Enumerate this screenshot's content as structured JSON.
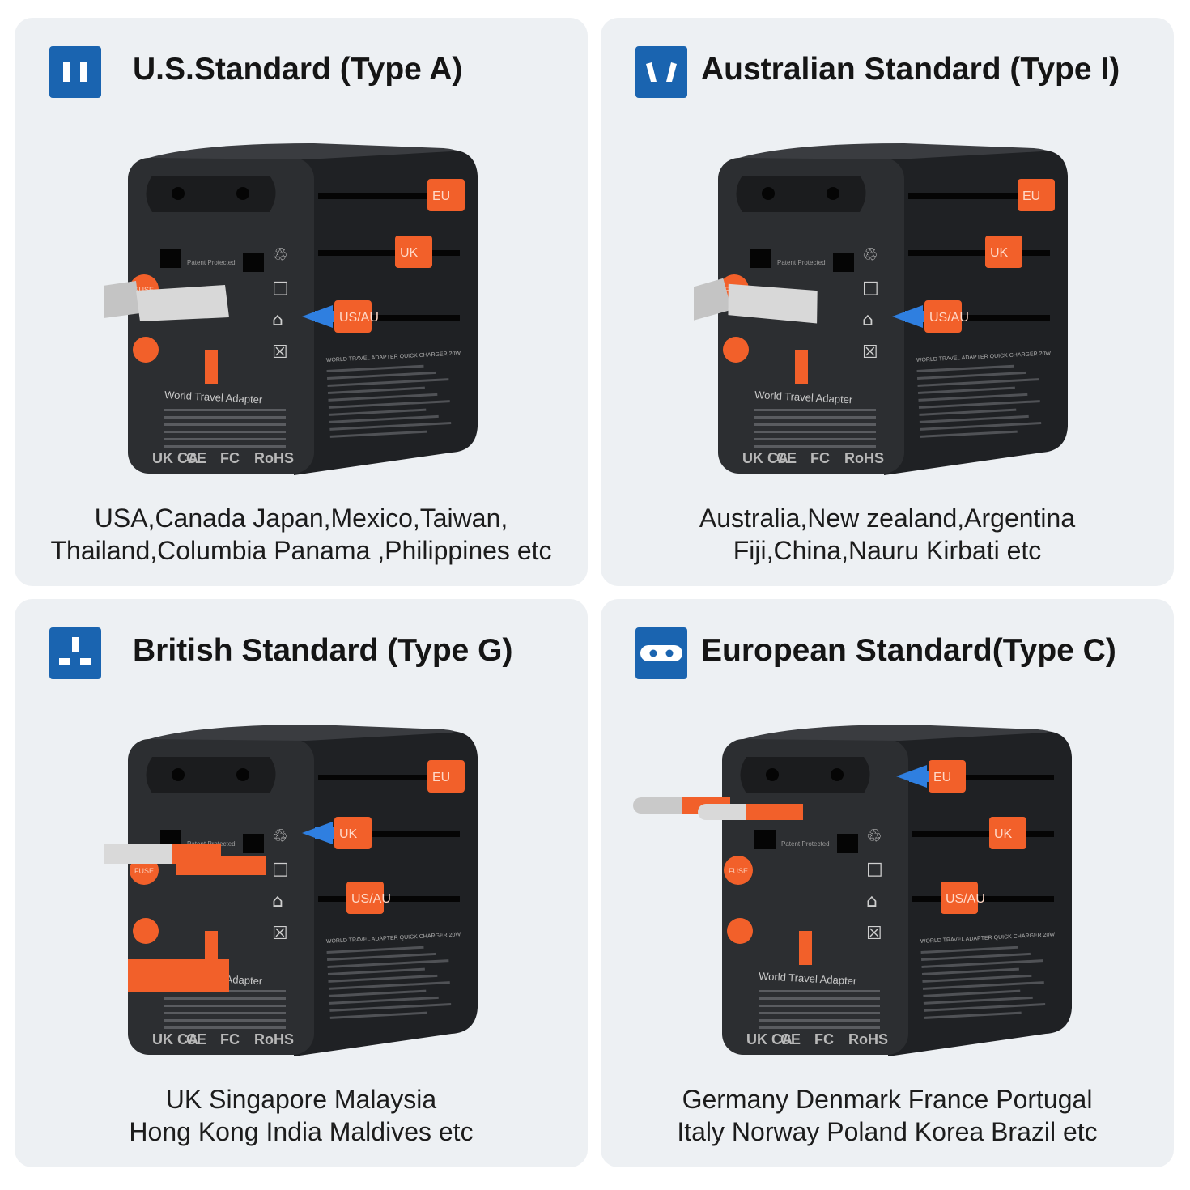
{
  "panels": [
    {
      "title": "U.S.Standard (Type A)",
      "icon": "type-a-plug-icon",
      "caption": [
        "USA,Canada Japan,Mexico,Taiwan,",
        "Thailand,Columbia Panama ,Philippines etc"
      ]
    },
    {
      "title": "Australian Standard (Type I)",
      "icon": "type-i-plug-icon",
      "caption": [
        "Australia,New zealand,Argentina",
        "Fiji,China,Nauru Kirbati etc"
      ]
    },
    {
      "title": "British Standard (Type G)",
      "icon": "type-g-plug-icon",
      "caption": [
        "UK Singapore Malaysia",
        "Hong Kong India Maldives etc"
      ]
    },
    {
      "title": "European Standard(Type C)",
      "icon": "type-c-plug-icon",
      "caption": [
        "Germany Denmark France Portugal",
        "Italy  Norway Poland Korea Brazil etc"
      ]
    }
  ],
  "device": {
    "slider_labels": [
      "EU",
      "UK",
      "US/AU"
    ],
    "fuse_label": "FUSE",
    "patent_label": "Patent Protected",
    "brand_label": "World Travel Adapter",
    "spec_heading": "WORLD TRAVEL ADAPTER QUICK CHARGER 20W",
    "cert_marks": [
      "UK CA",
      "CE",
      "FC",
      "RoHS"
    ]
  },
  "colors": {
    "badge": "#1a64b0",
    "panel": "#edf0f3",
    "body": "#2c2e31",
    "accent": "#f2602a",
    "arrow": "#2f7fe0"
  }
}
